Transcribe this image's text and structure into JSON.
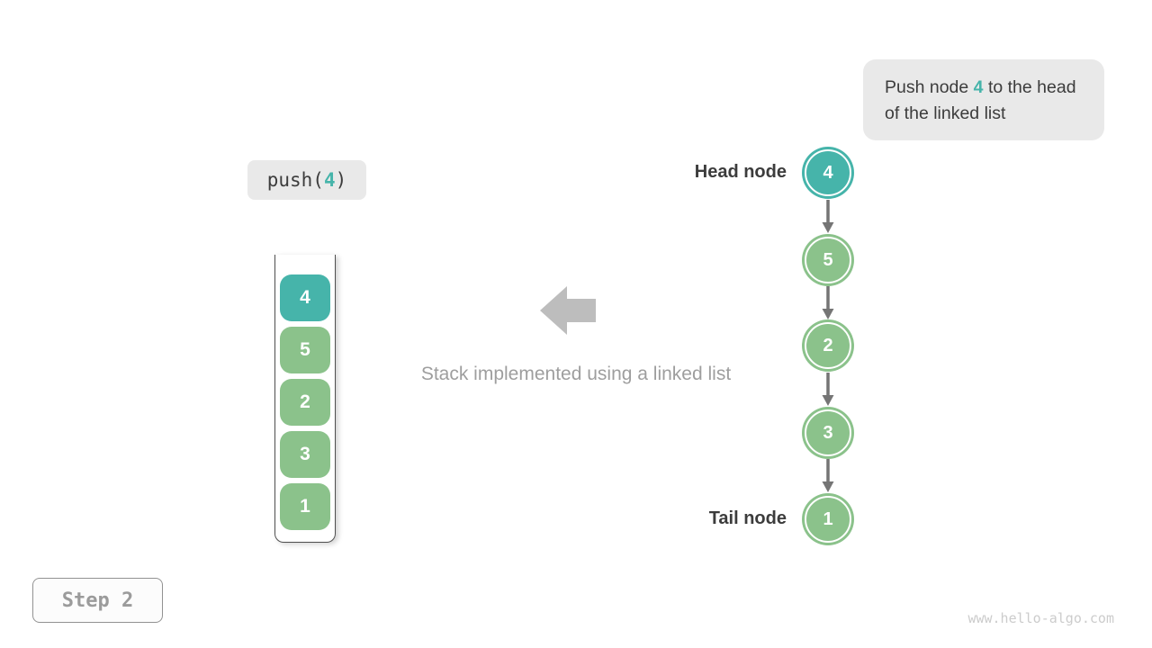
{
  "info_box": {
    "text_before": "Push node ",
    "highlight": "4",
    "text_after": " to the head of the linked list"
  },
  "code_box": {
    "prefix": "push(",
    "arg": "4",
    "suffix": ")"
  },
  "stack": {
    "caption": "Stack implemented using a linked list",
    "items": [
      {
        "value": "4",
        "color": "teal"
      },
      {
        "value": "5",
        "color": "green"
      },
      {
        "value": "2",
        "color": "green"
      },
      {
        "value": "3",
        "color": "green"
      },
      {
        "value": "1",
        "color": "green"
      }
    ]
  },
  "linked_list": {
    "head_label": "Head node",
    "tail_label": "Tail node",
    "nodes": [
      {
        "value": "4",
        "color": "teal"
      },
      {
        "value": "5",
        "color": "green"
      },
      {
        "value": "2",
        "color": "green"
      },
      {
        "value": "3",
        "color": "green"
      },
      {
        "value": "1",
        "color": "green"
      }
    ]
  },
  "step_box": {
    "label": "Step 2"
  },
  "watermark": "www.hello-algo.com",
  "icons": {
    "pointer": "left-block-arrow",
    "link": "down-arrow"
  },
  "colors": {
    "teal": "#46b4aa",
    "green": "#8bc28b",
    "dark_text": "#3c3c3c",
    "gray_text": "#9e9e9e",
    "box_bg": "#e9e9e9",
    "arrow_gray": "#757575",
    "block_arrow": "#bdbdbd",
    "container_border": "#4f4f4f",
    "step_border": "#929292",
    "step_text": "#9b9b9b",
    "step_bg": "#fcfcfc",
    "watermark": "#cccccc"
  }
}
